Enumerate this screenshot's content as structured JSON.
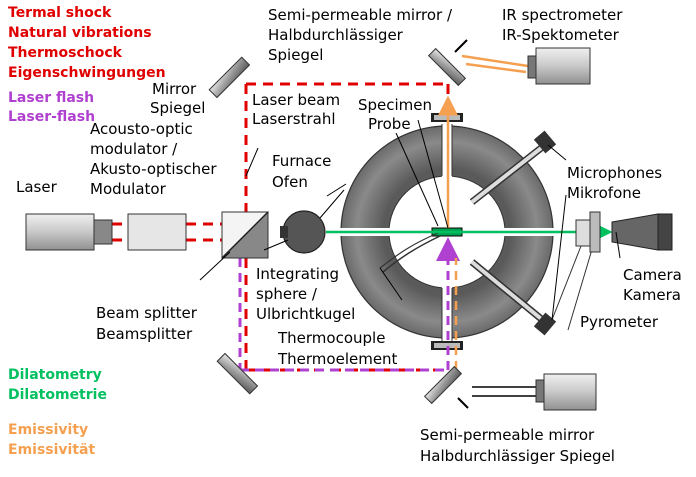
{
  "legend": {
    "shock": {
      "line1": "Termal shock",
      "line2": "Natural vibrations",
      "line3": "Thermoschock",
      "line4": "Eigenschwingungen",
      "color": "#e00000"
    },
    "flash": {
      "line1": "Laser flash",
      "line2": "Laser-flash",
      "color": "#b040d0"
    },
    "dilatometry": {
      "line1": "Dilatometry",
      "line2": "Dilatometrie",
      "color": "#00c060"
    },
    "emissivity": {
      "line1": "Emissivity",
      "line2": "Emissivität",
      "color": "#f5a050"
    }
  },
  "labels": {
    "laser": "Laser",
    "aom": {
      "l1": "Acousto-optic",
      "l2": "modulator /",
      "l3": "Akusto-optischer",
      "l4": "Modulator"
    },
    "mirror": {
      "l1": "Mirror",
      "l2": "Spiegel"
    },
    "laser_beam": {
      "l1": "Laser beam",
      "l2": "Laserstrahl"
    },
    "specimen": {
      "l1": "Specimen",
      "l2": "Probe"
    },
    "furnace": {
      "l1": "Furnace",
      "l2": "Ofen"
    },
    "semi_top": {
      "l1": "Semi-permeable mirror /",
      "l2": "Halbdurchlässiger",
      "l3": "Spiegel"
    },
    "ir": {
      "l1": "IR spectrometer",
      "l2": "IR-Spektometer"
    },
    "microphones": {
      "l1": "Microphones",
      "l2": "Mikrofone"
    },
    "camera": {
      "l1": "Camera",
      "l2": "Kamera"
    },
    "pyrometer": "Pyrometer",
    "beam_splitter": {
      "l1": "Beam splitter",
      "l2": "Beamsplitter"
    },
    "sphere": {
      "l1": "Integrating",
      "l2": "sphere /",
      "l3": "Ulbrichtkugel"
    },
    "thermocouple": {
      "l1": "Thermocouple",
      "l2": "Thermoelement"
    },
    "semi_bottom": {
      "l1": "Semi-permeable mirror",
      "l2": "Halbdurchlässiger Spiegel"
    }
  },
  "colors": {
    "red_beam": "#e00000",
    "green_beam": "#00c060",
    "orange_beam": "#f5a050",
    "purple_beam": "#b040d0",
    "furnace": "#808080",
    "component": "#d8d8d8"
  }
}
